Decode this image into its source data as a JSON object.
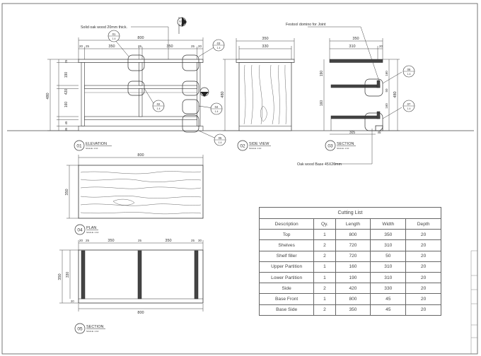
{
  "notes": {
    "solid_oak": "Solid oak wood 20mm thick.",
    "festool": "Festool domino for Joint",
    "oak_base": "Oak wood Base 45X20mm"
  },
  "section_marker": {
    "number": "02",
    "sheet": "1.4"
  },
  "views": {
    "elevation": {
      "number": "01",
      "title": "ELEVATION",
      "scale": "SCALE: 1:10"
    },
    "side_view": {
      "number": "02",
      "title": "SIDE VIEW",
      "scale": "SCALE: 1:10"
    },
    "section_a": {
      "number": "03",
      "title": "SECTION",
      "scale": "SCALE: 1:10"
    },
    "plan": {
      "number": "04",
      "title": "PLAN",
      "scale": "SCALE: 1:10"
    },
    "section_b": {
      "number": "05",
      "title": "SECTION",
      "scale": "SCALE: 1:10"
    }
  },
  "details": [
    {
      "number": "01",
      "sheet": "1.4"
    },
    {
      "number": "02",
      "sheet": "1.4"
    },
    {
      "number": "03",
      "sheet": "1.4"
    },
    {
      "number": "04",
      "sheet": "1.4"
    },
    {
      "number": "05",
      "sheet": "1.4"
    },
    {
      "number": "06",
      "sheet": "1.4"
    },
    {
      "number": "07",
      "sheet": "1.4"
    }
  ],
  "dims": {
    "elev_total": "800",
    "elev_350a": "350",
    "elev_350b": "350",
    "elev_20": "20",
    "elev_25": "25",
    "elev_height": "480",
    "elev_420": "420",
    "elev_190": "190",
    "elev_160": "160",
    "elev_45": "45",
    "elev_35": "35",
    "elev_25v": "25",
    "elev_20v": "20",
    "side_350": "350",
    "side_330": "330",
    "side_480": "480",
    "sec_350": "350",
    "sec_310": "310",
    "sec_20": "20",
    "sec_480": "480",
    "sec_190": "190",
    "sec_160": "160",
    "sec_50": "50",
    "sec_305": "305",
    "sec_45": "45",
    "plan_800": "800",
    "plan_350": "350",
    "s5_350a": "350",
    "s5_350b": "350",
    "s5_25": "25",
    "s5_20": "20",
    "s5_30": "30",
    "s5_v350": "350",
    "s5_v330": "330",
    "s5_800": "800"
  },
  "cutting_list": {
    "title": "Cutting List",
    "headers": [
      "Description",
      "Qy.",
      "Length",
      "Width",
      "Depth"
    ],
    "rows": [
      [
        "Top",
        "1",
        "800",
        "350",
        "20"
      ],
      [
        "Shelves",
        "2",
        "720",
        "310",
        "20"
      ],
      [
        "Shelf filler",
        "2",
        "720",
        "50",
        "20"
      ],
      [
        "Upper Partition",
        "1",
        "160",
        "310",
        "20"
      ],
      [
        "Lower Partition",
        "1",
        "190",
        "310",
        "20"
      ],
      [
        "Side",
        "2",
        "420",
        "330",
        "20"
      ],
      [
        "Base Front",
        "1",
        "800",
        "45",
        "20"
      ],
      [
        "Base Side",
        "2",
        "350",
        "45",
        "20"
      ]
    ]
  }
}
